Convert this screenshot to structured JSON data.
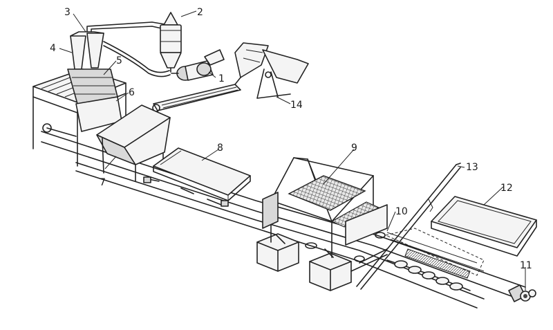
{
  "diagram": {
    "callouts": [
      "1",
      "2",
      "3",
      "4",
      "5",
      "6",
      "7",
      "8",
      "9",
      "10",
      "11",
      "12",
      "13",
      "14"
    ]
  },
  "colors": {
    "ink": "#222222",
    "background": "#ffffff"
  }
}
